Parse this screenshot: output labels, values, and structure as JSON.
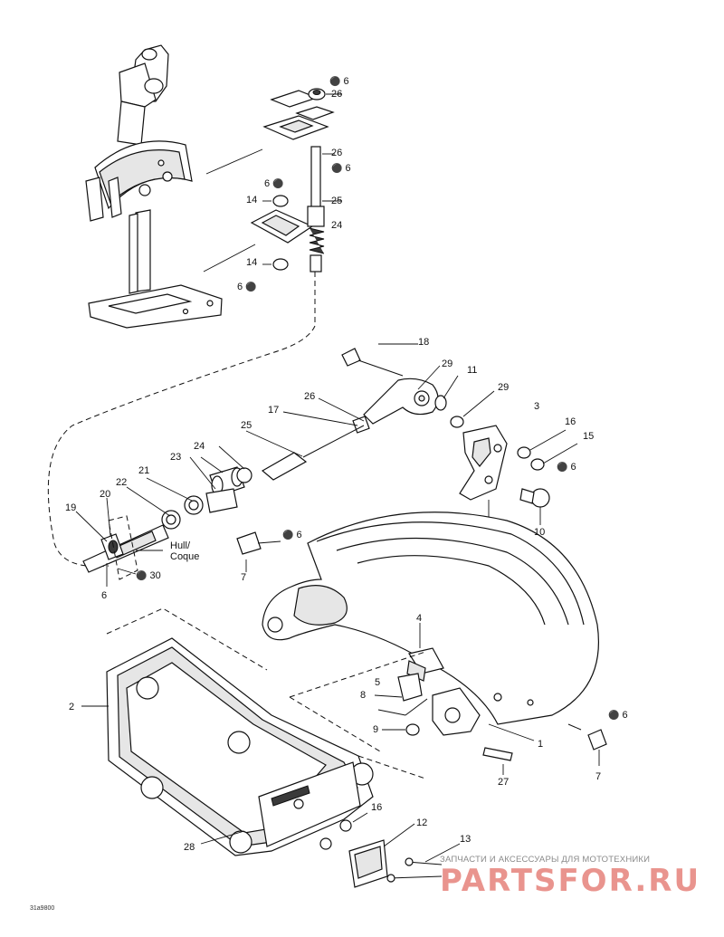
{
  "callouts": [
    {
      "id": "c6a",
      "label": "6",
      "oil": true
    },
    {
      "id": "c26a",
      "label": "26",
      "oil": false
    },
    {
      "id": "c26b",
      "label": "26",
      "oil": false
    },
    {
      "id": "c6b",
      "label": "6",
      "oil": true
    },
    {
      "id": "c6c",
      "label": "6",
      "oil": true
    },
    {
      "id": "c14a",
      "label": "14",
      "oil": false
    },
    {
      "id": "c25a",
      "label": "25",
      "oil": false
    },
    {
      "id": "c24a",
      "label": "24",
      "oil": false
    },
    {
      "id": "c14b",
      "label": "14",
      "oil": false
    },
    {
      "id": "c6d",
      "label": "6",
      "oil": true
    },
    {
      "id": "c18",
      "label": "18",
      "oil": false
    },
    {
      "id": "c29a",
      "label": "29",
      "oil": false
    },
    {
      "id": "c11",
      "label": "11",
      "oil": false
    },
    {
      "id": "c26c",
      "label": "26",
      "oil": false
    },
    {
      "id": "c29b",
      "label": "29",
      "oil": false
    },
    {
      "id": "c3",
      "label": "3",
      "oil": false
    },
    {
      "id": "c17",
      "label": "17",
      "oil": false
    },
    {
      "id": "c16a",
      "label": "16",
      "oil": false
    },
    {
      "id": "c15",
      "label": "15",
      "oil": false
    },
    {
      "id": "c25b",
      "label": "25",
      "oil": false
    },
    {
      "id": "c24b",
      "label": "24",
      "oil": false
    },
    {
      "id": "c6e",
      "label": "6",
      "oil": true
    },
    {
      "id": "c23",
      "label": "23",
      "oil": false
    },
    {
      "id": "c21",
      "label": "21",
      "oil": false
    },
    {
      "id": "c22",
      "label": "22",
      "oil": false
    },
    {
      "id": "c20",
      "label": "20",
      "oil": false
    },
    {
      "id": "c19",
      "label": "19",
      "oil": false
    },
    {
      "id": "c10",
      "label": "10",
      "oil": false
    },
    {
      "id": "c6f",
      "label": "6",
      "oil": true
    },
    {
      "id": "c7a",
      "label": "7",
      "oil": false
    },
    {
      "id": "c30",
      "label": "30",
      "oil": true
    },
    {
      "id": "c6g",
      "label": "6",
      "oil": true
    },
    {
      "id": "c4",
      "label": "4",
      "oil": false
    },
    {
      "id": "c5",
      "label": "5",
      "oil": false
    },
    {
      "id": "c8",
      "label": "8",
      "oil": false
    },
    {
      "id": "c2",
      "label": "2",
      "oil": false
    },
    {
      "id": "c9",
      "label": "9",
      "oil": false
    },
    {
      "id": "c6h",
      "label": "6",
      "oil": true
    },
    {
      "id": "c1",
      "label": "1",
      "oil": false
    },
    {
      "id": "c7b",
      "label": "7",
      "oil": false
    },
    {
      "id": "c27",
      "label": "27",
      "oil": false
    },
    {
      "id": "c16b",
      "label": "16",
      "oil": false
    },
    {
      "id": "c12",
      "label": "12",
      "oil": false
    },
    {
      "id": "c13",
      "label": "13",
      "oil": false
    },
    {
      "id": "c28",
      "label": "28",
      "oil": false
    }
  ],
  "hull_label": {
    "line1": "Hull/",
    "line2": "Coque"
  },
  "watermark": {
    "caption": "ЗАПЧАСТИ И АКСЕССУАРЫ ДЛЯ МОТОТЕХНИКИ",
    "logo": "PARTSFOR.RU"
  },
  "drawing_code": "31a9800",
  "oil_icon": "oil-drop-icon",
  "colors": {
    "line": "#111111",
    "watermark": "#d73c32"
  }
}
